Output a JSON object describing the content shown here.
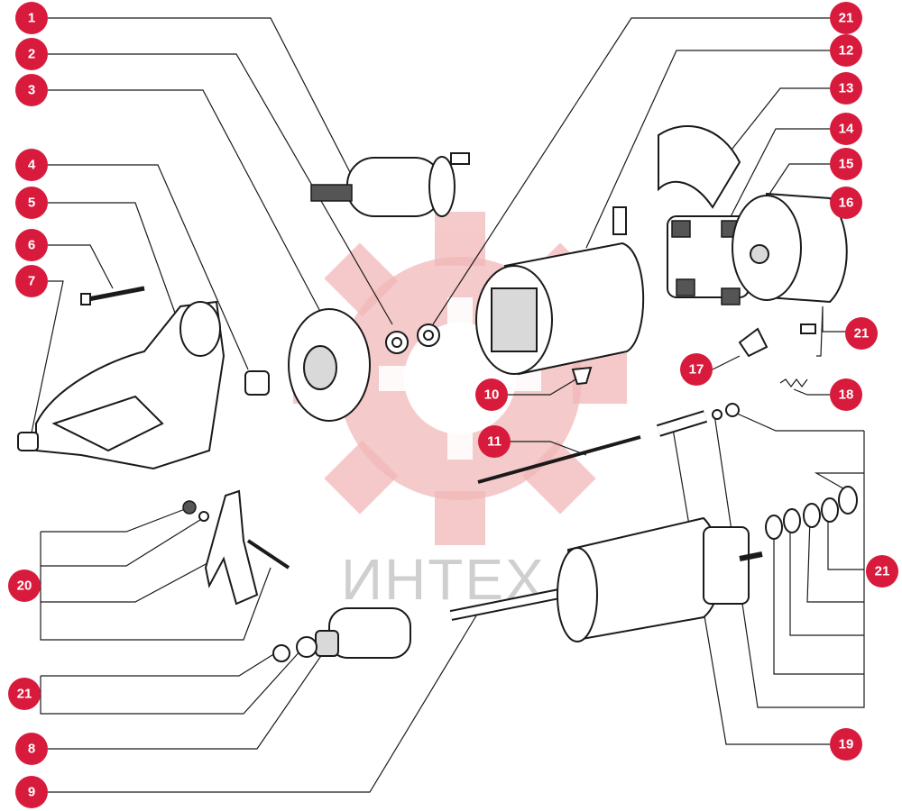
{
  "watermark": {
    "text": "ИНТЕХ",
    "color": "#f2b8b8"
  },
  "callout_color": "#d81b3c",
  "callouts": [
    {
      "id": "c1",
      "label": "1"
    },
    {
      "id": "c2",
      "label": "2"
    },
    {
      "id": "c3",
      "label": "3"
    },
    {
      "id": "c4",
      "label": "4"
    },
    {
      "id": "c5",
      "label": "5"
    },
    {
      "id": "c6",
      "label": "6"
    },
    {
      "id": "c7",
      "label": "7"
    },
    {
      "id": "c8",
      "label": "8"
    },
    {
      "id": "c9",
      "label": "9"
    },
    {
      "id": "c10",
      "label": "10"
    },
    {
      "id": "c11",
      "label": "11"
    },
    {
      "id": "c12",
      "label": "12"
    },
    {
      "id": "c13",
      "label": "13"
    },
    {
      "id": "c14",
      "label": "14"
    },
    {
      "id": "c15",
      "label": "15"
    },
    {
      "id": "c16",
      "label": "16"
    },
    {
      "id": "c17",
      "label": "17"
    },
    {
      "id": "c18",
      "label": "18"
    },
    {
      "id": "c19",
      "label": "19"
    },
    {
      "id": "c20",
      "label": "20"
    },
    {
      "id": "c21a",
      "label": "21"
    },
    {
      "id": "c21b",
      "label": "21"
    },
    {
      "id": "c21c",
      "label": "21"
    },
    {
      "id": "c21d",
      "label": "21"
    }
  ]
}
